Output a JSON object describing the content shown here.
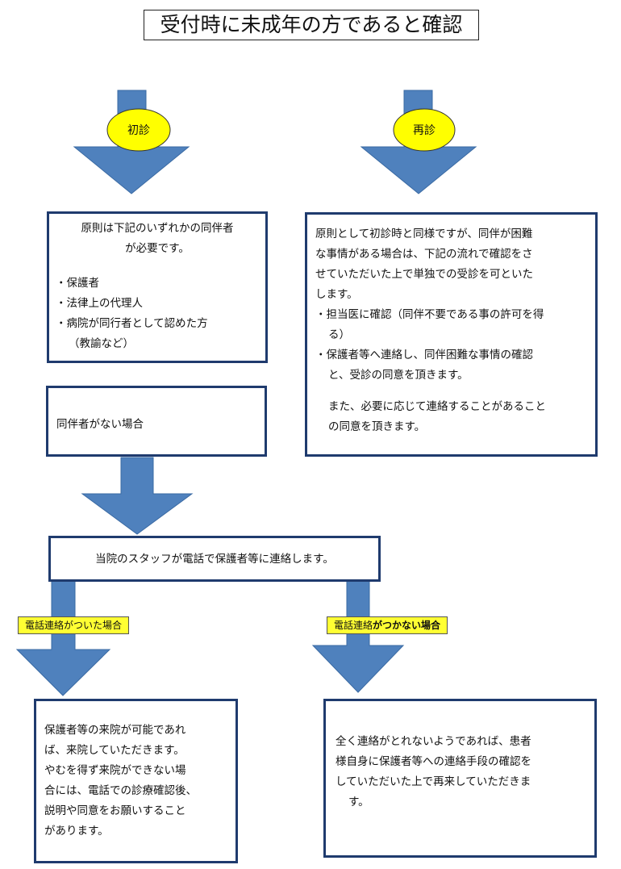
{
  "title": "受付時に未成年の方であると確認",
  "first_visit": {
    "label": "初診",
    "box_lines": [
      "原則は下記のいずれかの同伴者",
      "が必要です。"
    ],
    "items": [
      "・保護者",
      "・法律上の代理人",
      "・病院が同行者として認めた方",
      "（教諭など）"
    ]
  },
  "revisit": {
    "label": "再診",
    "box_lines": [
      "原則として初診時と同様ですが、同伴が困難",
      "な事情がある場合は、下記の流れで確認をさ",
      "せていただいた上で単独での受診を可といた",
      "します。"
    ],
    "items": [
      "・担当医に確認（同伴不要である事の許可を得",
      "る）",
      "・保護者等へ連絡し、同伴困難な事情の確認",
      "と、受診の同意を頂きます。"
    ],
    "note_lines": [
      "また、必要に応じて連絡することがあること",
      "の同意を頂きます。"
    ]
  },
  "no_companion": "同伴者がない場合",
  "staff_contact": "当院のスタッフが電話で保護者等に連絡します。",
  "reached": {
    "tag": "電話連絡がついた場合",
    "lines": [
      "保護者等の来院が可能であれ",
      "ば、来院していただきます。",
      "やむを得ず来院ができない場",
      "合には、電話での診療確認後、",
      "説明や同意をお願いすること",
      "があります。"
    ]
  },
  "not_reached": {
    "tag_prefix": "電話連絡",
    "tag_bold": "がつかない場合",
    "lines": [
      "全く連絡がとれないようであれば、患者",
      "様自身に保護者等への連絡手段の確認を",
      "していただいた上で再来していただきま",
      "す。"
    ]
  },
  "colors": {
    "arrow": "#4f81bd",
    "arrow_stroke": "#3a6aa3",
    "box_border": "#1f3b6e",
    "ellipse": "#ffff00",
    "tag_bg": "#ffff33"
  }
}
